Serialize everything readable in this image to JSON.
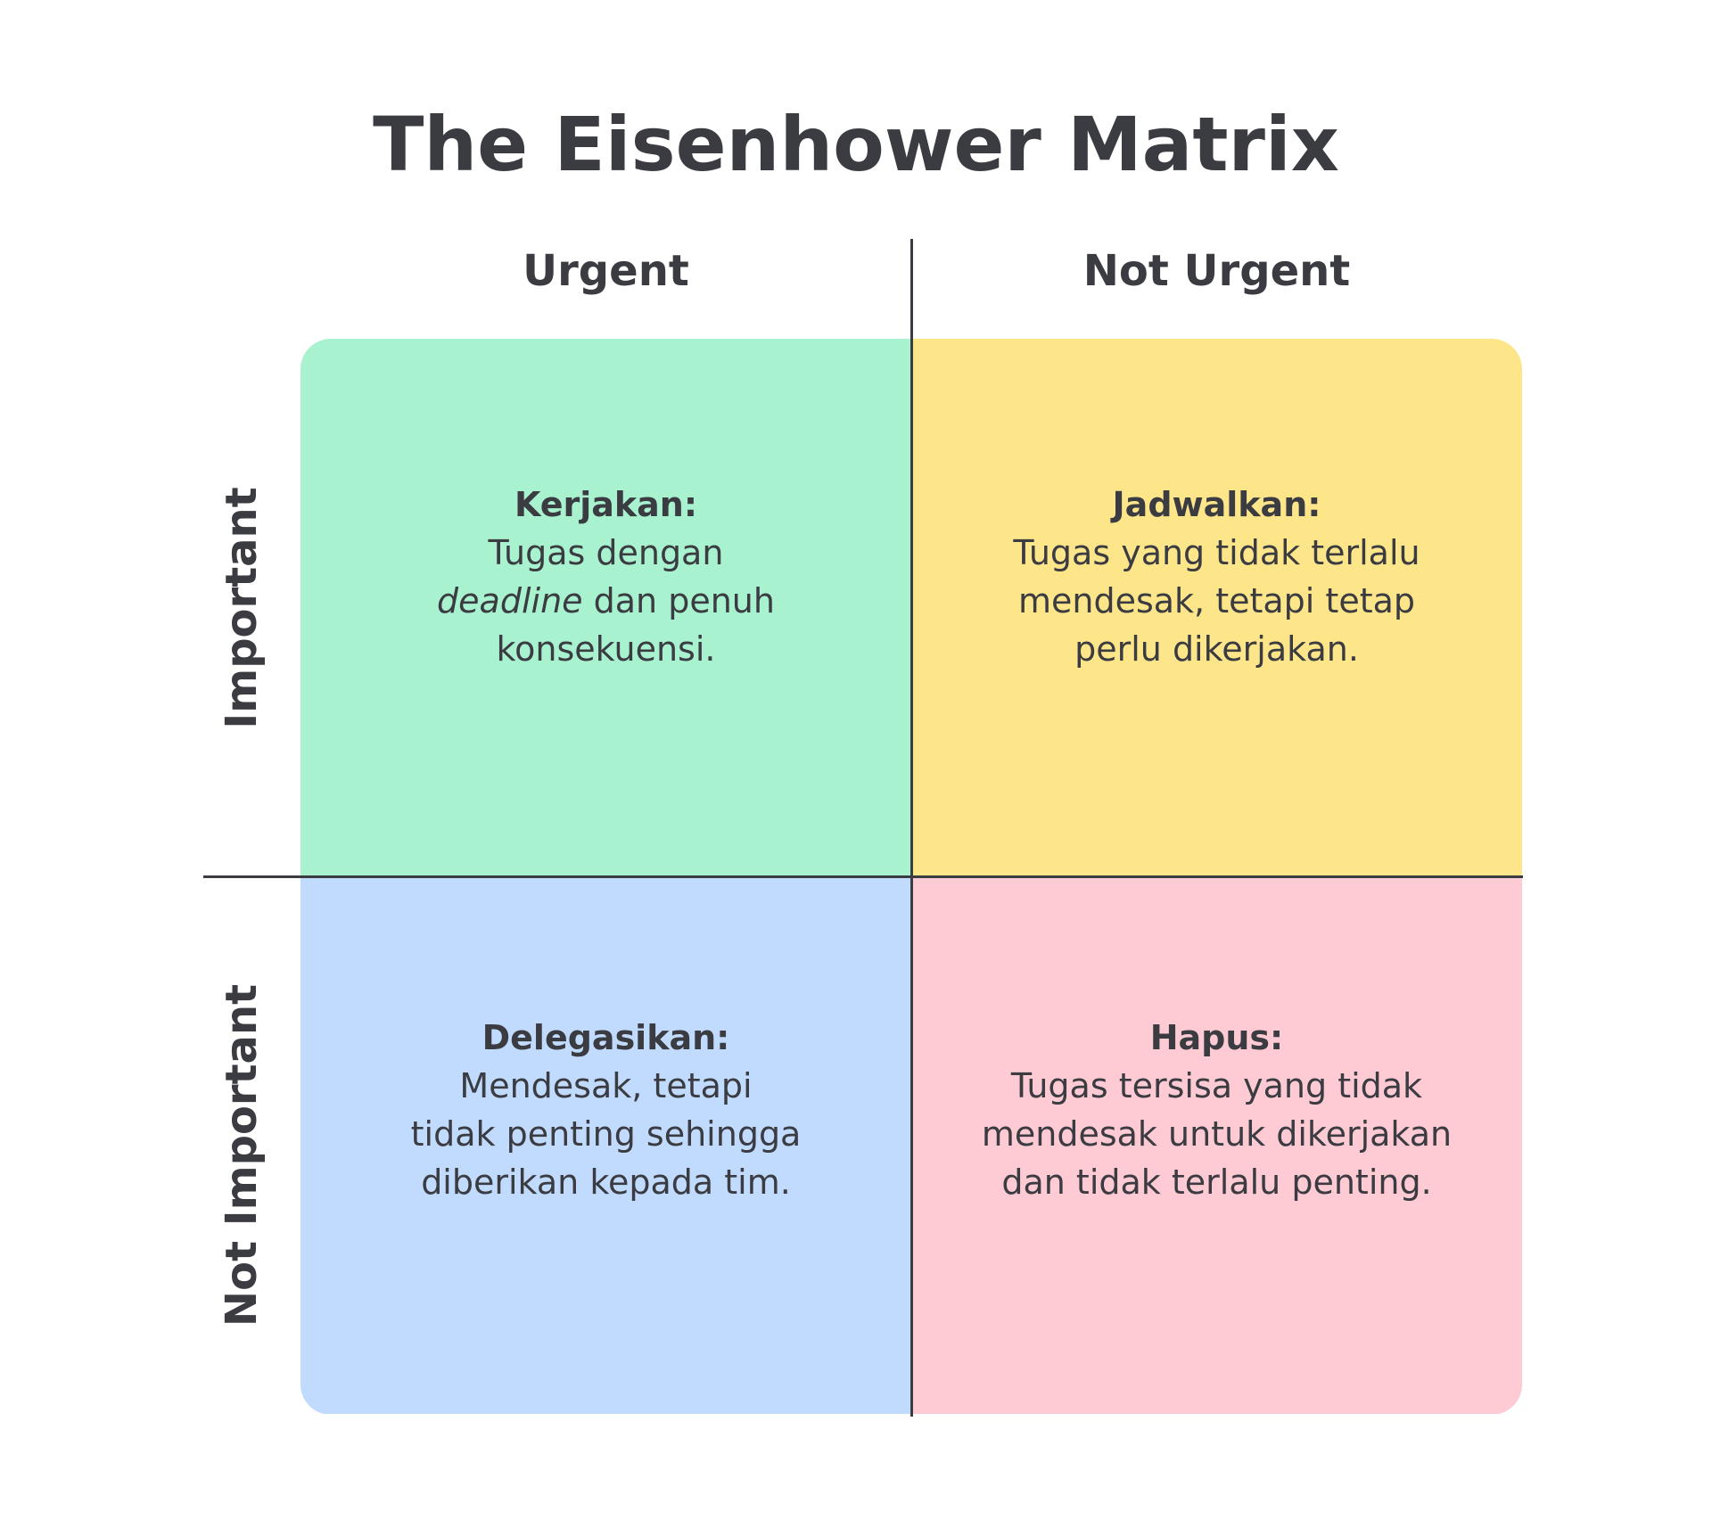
{
  "title": "The Eisenhower Matrix",
  "columns": {
    "urgent": "Urgent",
    "not_urgent": "Not Urgent"
  },
  "rows": {
    "important": "Important",
    "not_important": "Not Important"
  },
  "quadrants": {
    "do": {
      "label": "Kerjakan:",
      "line1": "Tugas dengan",
      "line2_italic": "deadline",
      "line2_rest": " dan penuh",
      "line3": "konsekuensi.",
      "color": "#a8f2cf"
    },
    "schedule": {
      "label": "Jadwalkan:",
      "line1": "Tugas yang tidak terlalu",
      "line2": "mendesak, tetapi tetap",
      "line3": "perlu dikerjakan.",
      "color": "#fde58a"
    },
    "delegate": {
      "label": "Delegasikan:",
      "line1": "Mendesak, tetapi",
      "line2": "tidak penting sehingga",
      "line3": "diberikan kepada tim.",
      "color": "#c0dbfd"
    },
    "delete": {
      "label": "Hapus:",
      "line1": "Tugas tersisa yang tidak",
      "line2": "mendesak untuk dikerjakan",
      "line3": "dan tidak terlalu penting.",
      "color": "#fecad3"
    }
  },
  "text_color": "#3b3b42"
}
